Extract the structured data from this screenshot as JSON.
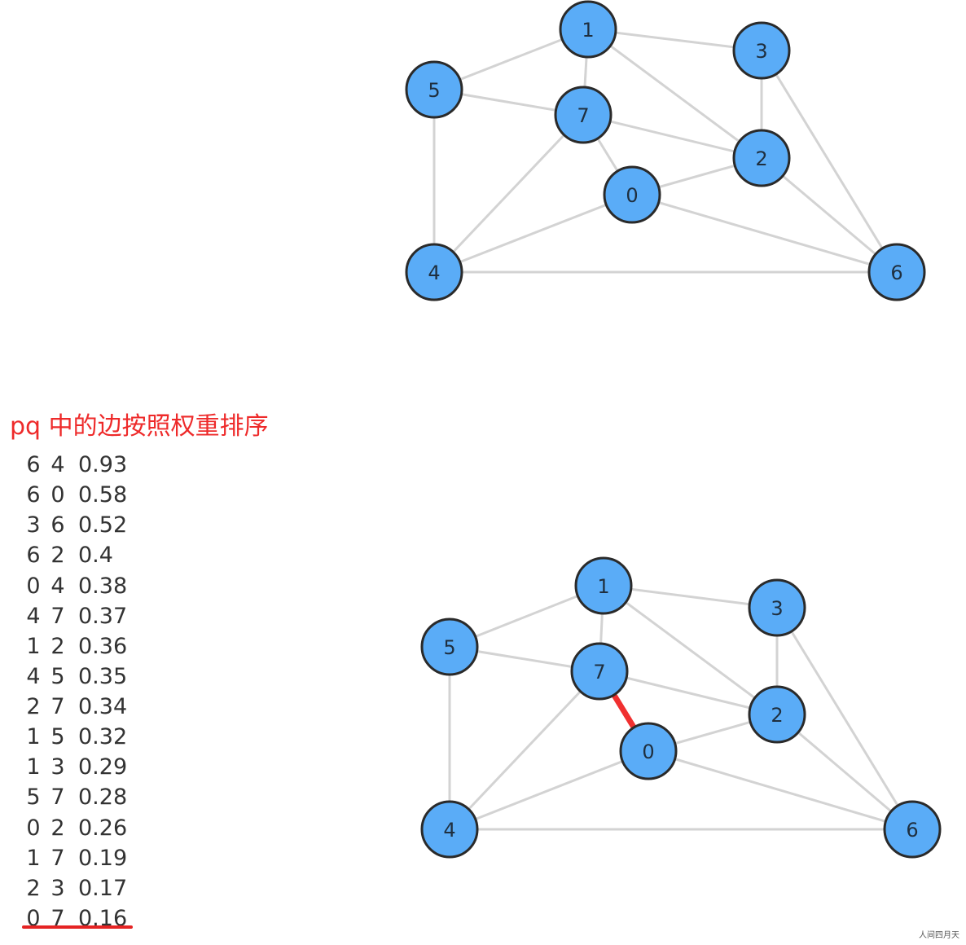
{
  "graphs": [
    {
      "id": "graph-top",
      "nodes": [
        {
          "label": "0"
        },
        {
          "label": "1"
        },
        {
          "label": "2"
        },
        {
          "label": "3"
        },
        {
          "label": "4"
        },
        {
          "label": "5"
        },
        {
          "label": "6"
        },
        {
          "label": "7"
        }
      ],
      "edges": [
        [
          "5",
          "1"
        ],
        [
          "1",
          "7"
        ],
        [
          "1",
          "3"
        ],
        [
          "1",
          "2"
        ],
        [
          "5",
          "7"
        ],
        [
          "5",
          "4"
        ],
        [
          "7",
          "2"
        ],
        [
          "7",
          "0"
        ],
        [
          "7",
          "4"
        ],
        [
          "3",
          "2"
        ],
        [
          "3",
          "6"
        ],
        [
          "0",
          "2"
        ],
        [
          "0",
          "4"
        ],
        [
          "0",
          "6"
        ],
        [
          "2",
          "6"
        ],
        [
          "4",
          "6"
        ]
      ],
      "highlighted_edges": []
    },
    {
      "id": "graph-bottom",
      "nodes": [
        {
          "label": "0"
        },
        {
          "label": "1"
        },
        {
          "label": "2"
        },
        {
          "label": "3"
        },
        {
          "label": "4"
        },
        {
          "label": "5"
        },
        {
          "label": "6"
        },
        {
          "label": "7"
        }
      ],
      "edges": [
        [
          "5",
          "1"
        ],
        [
          "1",
          "7"
        ],
        [
          "1",
          "3"
        ],
        [
          "1",
          "2"
        ],
        [
          "5",
          "7"
        ],
        [
          "5",
          "4"
        ],
        [
          "7",
          "2"
        ],
        [
          "7",
          "0"
        ],
        [
          "7",
          "4"
        ],
        [
          "3",
          "2"
        ],
        [
          "3",
          "6"
        ],
        [
          "0",
          "2"
        ],
        [
          "0",
          "4"
        ],
        [
          "0",
          "6"
        ],
        [
          "2",
          "6"
        ],
        [
          "4",
          "6"
        ]
      ],
      "highlighted_edges": [
        [
          "7",
          "0"
        ]
      ]
    }
  ],
  "pq": {
    "title": "pq 中的边按照权重排序",
    "edges": [
      {
        "a": "6",
        "b": "4",
        "w": "0.93"
      },
      {
        "a": "6",
        "b": "0",
        "w": "0.58"
      },
      {
        "a": "3",
        "b": "6",
        "w": "0.52"
      },
      {
        "a": "6",
        "b": "2",
        "w": "0.4"
      },
      {
        "a": "0",
        "b": "4",
        "w": "0.38"
      },
      {
        "a": "4",
        "b": "7",
        "w": "0.37"
      },
      {
        "a": "1",
        "b": "2",
        "w": "0.36"
      },
      {
        "a": "4",
        "b": "5",
        "w": "0.35"
      },
      {
        "a": "2",
        "b": "7",
        "w": "0.34"
      },
      {
        "a": "1",
        "b": "5",
        "w": "0.32"
      },
      {
        "a": "1",
        "b": "3",
        "w": "0.29"
      },
      {
        "a": "5",
        "b": "7",
        "w": "0.28"
      },
      {
        "a": "0",
        "b": "2",
        "w": "0.26"
      },
      {
        "a": "1",
        "b": "7",
        "w": "0.19"
      },
      {
        "a": "2",
        "b": "3",
        "w": "0.17"
      },
      {
        "a": "0",
        "b": "7",
        "w": "0.16"
      }
    ],
    "underlined_row": 15
  },
  "colors": {
    "node_fill": "#5aacf7",
    "node_stroke": "#2a2a2a",
    "edge": "#d3d3d3",
    "highlight_edge": "#f03030",
    "title": "#ee2a2a"
  },
  "watermark": "人间四月天"
}
